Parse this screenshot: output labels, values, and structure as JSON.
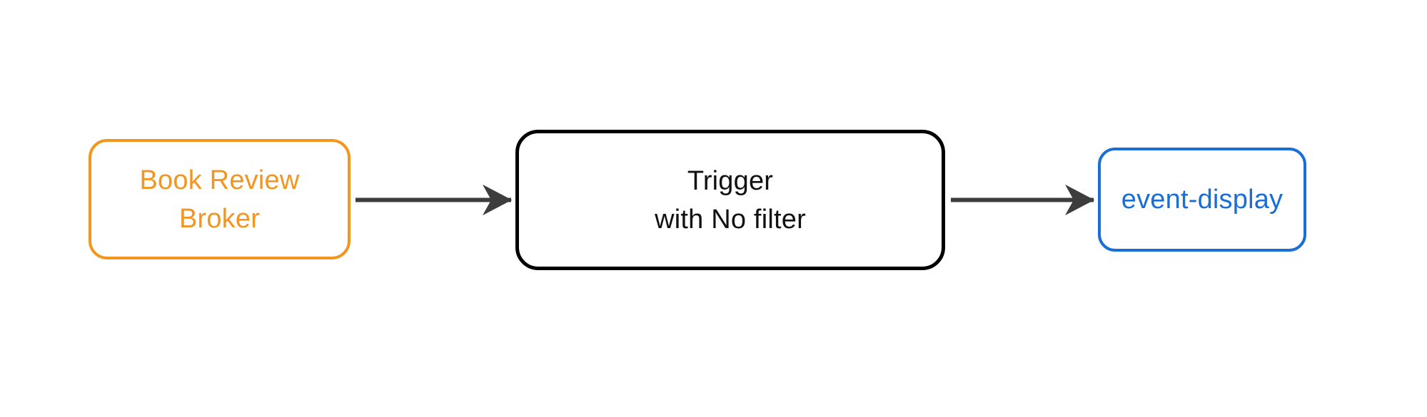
{
  "diagram": {
    "background_color": "#ffffff",
    "edge_color": "#3D3D3D",
    "nodes": {
      "broker": {
        "label": "Book Review\nBroker",
        "border_color": "#F3961F",
        "text_color": "#F3961F"
      },
      "trigger": {
        "label": "Trigger\nwith No filter",
        "border_color": "#000000",
        "text_color": "#111111"
      },
      "event_display": {
        "label": "event-display",
        "border_color": "#1A6FD6",
        "text_color": "#1A6FD6"
      }
    },
    "edges": [
      {
        "from": "Book Review Broker",
        "to": "Trigger with No filter"
      },
      {
        "from": "Trigger with No filter",
        "to": "event-display"
      }
    ]
  }
}
